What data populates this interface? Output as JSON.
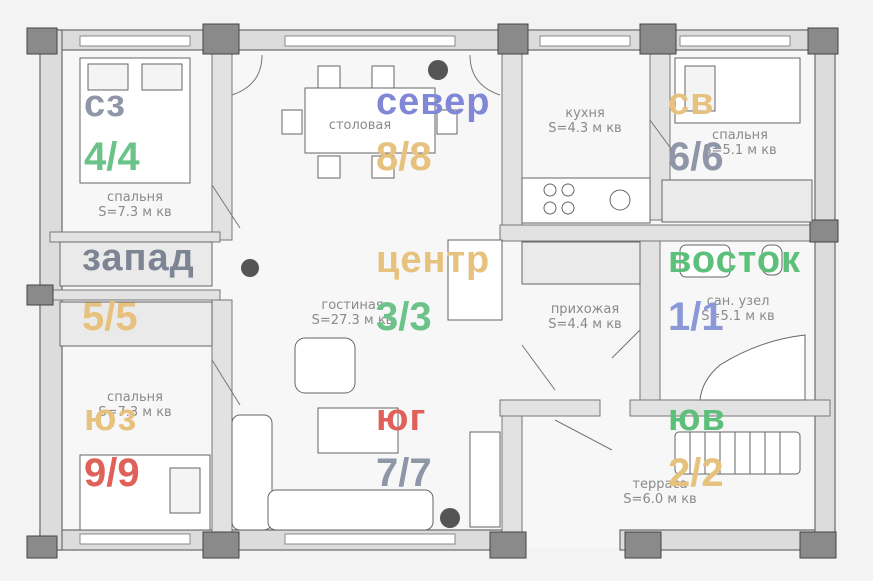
{
  "rooms": {
    "bedroom_nw": {
      "name": "спальня",
      "area": "S=7.3 м кв"
    },
    "dining": {
      "name": "столовая"
    },
    "kitchen": {
      "name": "кухня",
      "area": "S=4.3 м кв"
    },
    "bedroom_ne": {
      "name": "спальня",
      "area": "S=5.1 м кв"
    },
    "living": {
      "name": "гостиная",
      "area": "S=27.3 м кв"
    },
    "hallway": {
      "name": "прихожая",
      "area": "S=4.4 м кв"
    },
    "bathroom": {
      "name": "сан. узел",
      "area": "S=5.1 м кв"
    },
    "bedroom_sw": {
      "name": "спальня",
      "area": "S=7.3 м кв"
    },
    "terrace": {
      "name": "терраса",
      "area": "S=6.0 м кв"
    }
  },
  "zones": {
    "nw": {
      "code": "сз",
      "number": "4/4",
      "code_color": "#8e96a8",
      "number_color": "#6cc38a"
    },
    "n": {
      "code": "север",
      "number": "8/8",
      "code_color": "#8087d6",
      "number_color": "#e6c27e"
    },
    "ne": {
      "code": "св",
      "number": "6/6",
      "code_color": "#e6c27e",
      "number_color": "#8e96a8"
    },
    "w": {
      "code": "запад",
      "number": "5/5",
      "code_color": "#7d8494",
      "number_color": "#e6c27e"
    },
    "c": {
      "code": "центр",
      "number": "3/3",
      "code_color": "#e6c27e",
      "number_color": "#6cc38a"
    },
    "e": {
      "code": "восток",
      "number": "1/1",
      "code_color": "#5cc07a",
      "number_color": "#8a98d8"
    },
    "sw": {
      "code": "юз",
      "number": "9/9",
      "code_color": "#e6c27e",
      "number_color": "#e0605a"
    },
    "s": {
      "code": "юг",
      "number": "7/7",
      "code_color": "#e0605a",
      "number_color": "#8e96a8"
    },
    "se": {
      "code": "юв",
      "number": "2/2",
      "code_color": "#5cc07a",
      "number_color": "#e6c27e"
    }
  }
}
